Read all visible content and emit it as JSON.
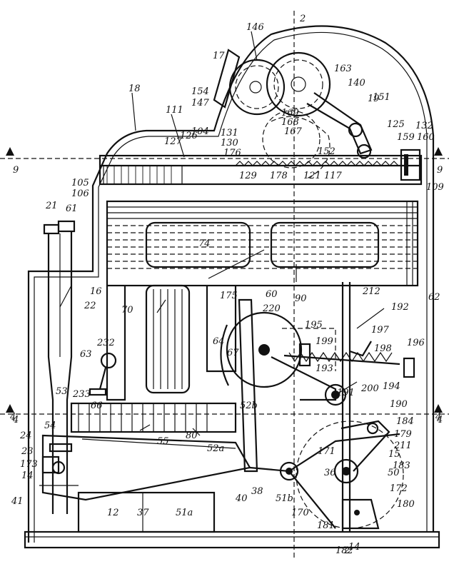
{
  "figure": {
    "section_markers": [
      "2",
      "2",
      "9",
      "9",
      "4",
      "4"
    ],
    "reference_numerals": [
      "146",
      "17",
      "163",
      "140",
      "19",
      "154",
      "147",
      "169",
      "168",
      "167",
      "151",
      "125",
      "159",
      "132",
      "160",
      "18",
      "111",
      "104",
      "131",
      "130",
      "176",
      "152",
      "127",
      "126",
      "129",
      "178",
      "121",
      "117",
      "105",
      "106",
      "109",
      "21",
      "61",
      "74",
      "90",
      "16",
      "22",
      "70",
      "60",
      "62",
      "175",
      "212",
      "192",
      "220",
      "195",
      "197",
      "196",
      "199",
      "198",
      "232",
      "63",
      "64",
      "67",
      "233",
      "193",
      "194",
      "200",
      "191",
      "53",
      "66",
      "52b",
      "190",
      "4",
      "4",
      "184",
      "54",
      "55",
      "80",
      "52a",
      "179",
      "211",
      "24",
      "171",
      "23",
      "15",
      "36",
      "183",
      "173",
      "40",
      "50",
      "14",
      "41",
      "12",
      "37",
      "51a",
      "51b",
      "38",
      "170",
      "172",
      "180",
      "181",
      "14",
      "182",
      "2"
    ]
  }
}
